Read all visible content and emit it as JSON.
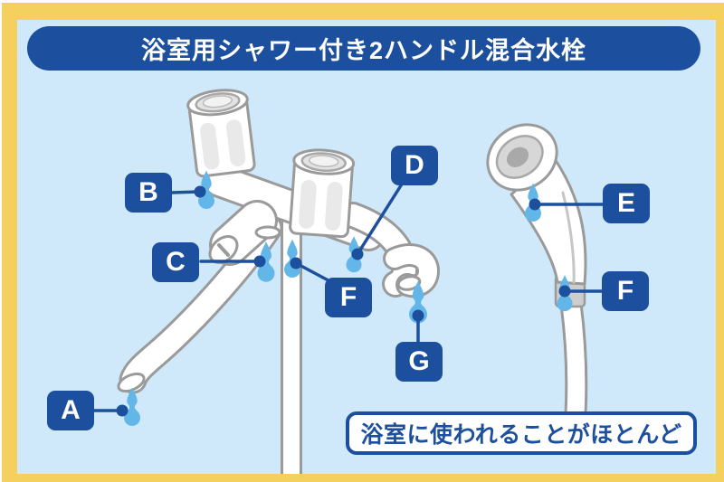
{
  "title": {
    "text": "浴室用シャワー付き2ハンドル混合水栓"
  },
  "caption": {
    "text": "浴室に使われることがほとんど"
  },
  "labels": [
    {
      "id": "A",
      "letter": "A"
    },
    {
      "id": "B",
      "letter": "B"
    },
    {
      "id": "C",
      "letter": "C"
    },
    {
      "id": "D",
      "letter": "D"
    },
    {
      "id": "E",
      "letter": "E"
    },
    {
      "id": "F-center",
      "letter": "F"
    },
    {
      "id": "F-right",
      "letter": "F"
    },
    {
      "id": "G",
      "letter": "G"
    }
  ],
  "colors": {
    "accent_blue": "#1c4f9d",
    "background_blue": "#cfe9fa",
    "frame_yellow": "#f4d05f",
    "drop_blue": "#63b7e8",
    "outline_gray": "#9a9a9a"
  }
}
